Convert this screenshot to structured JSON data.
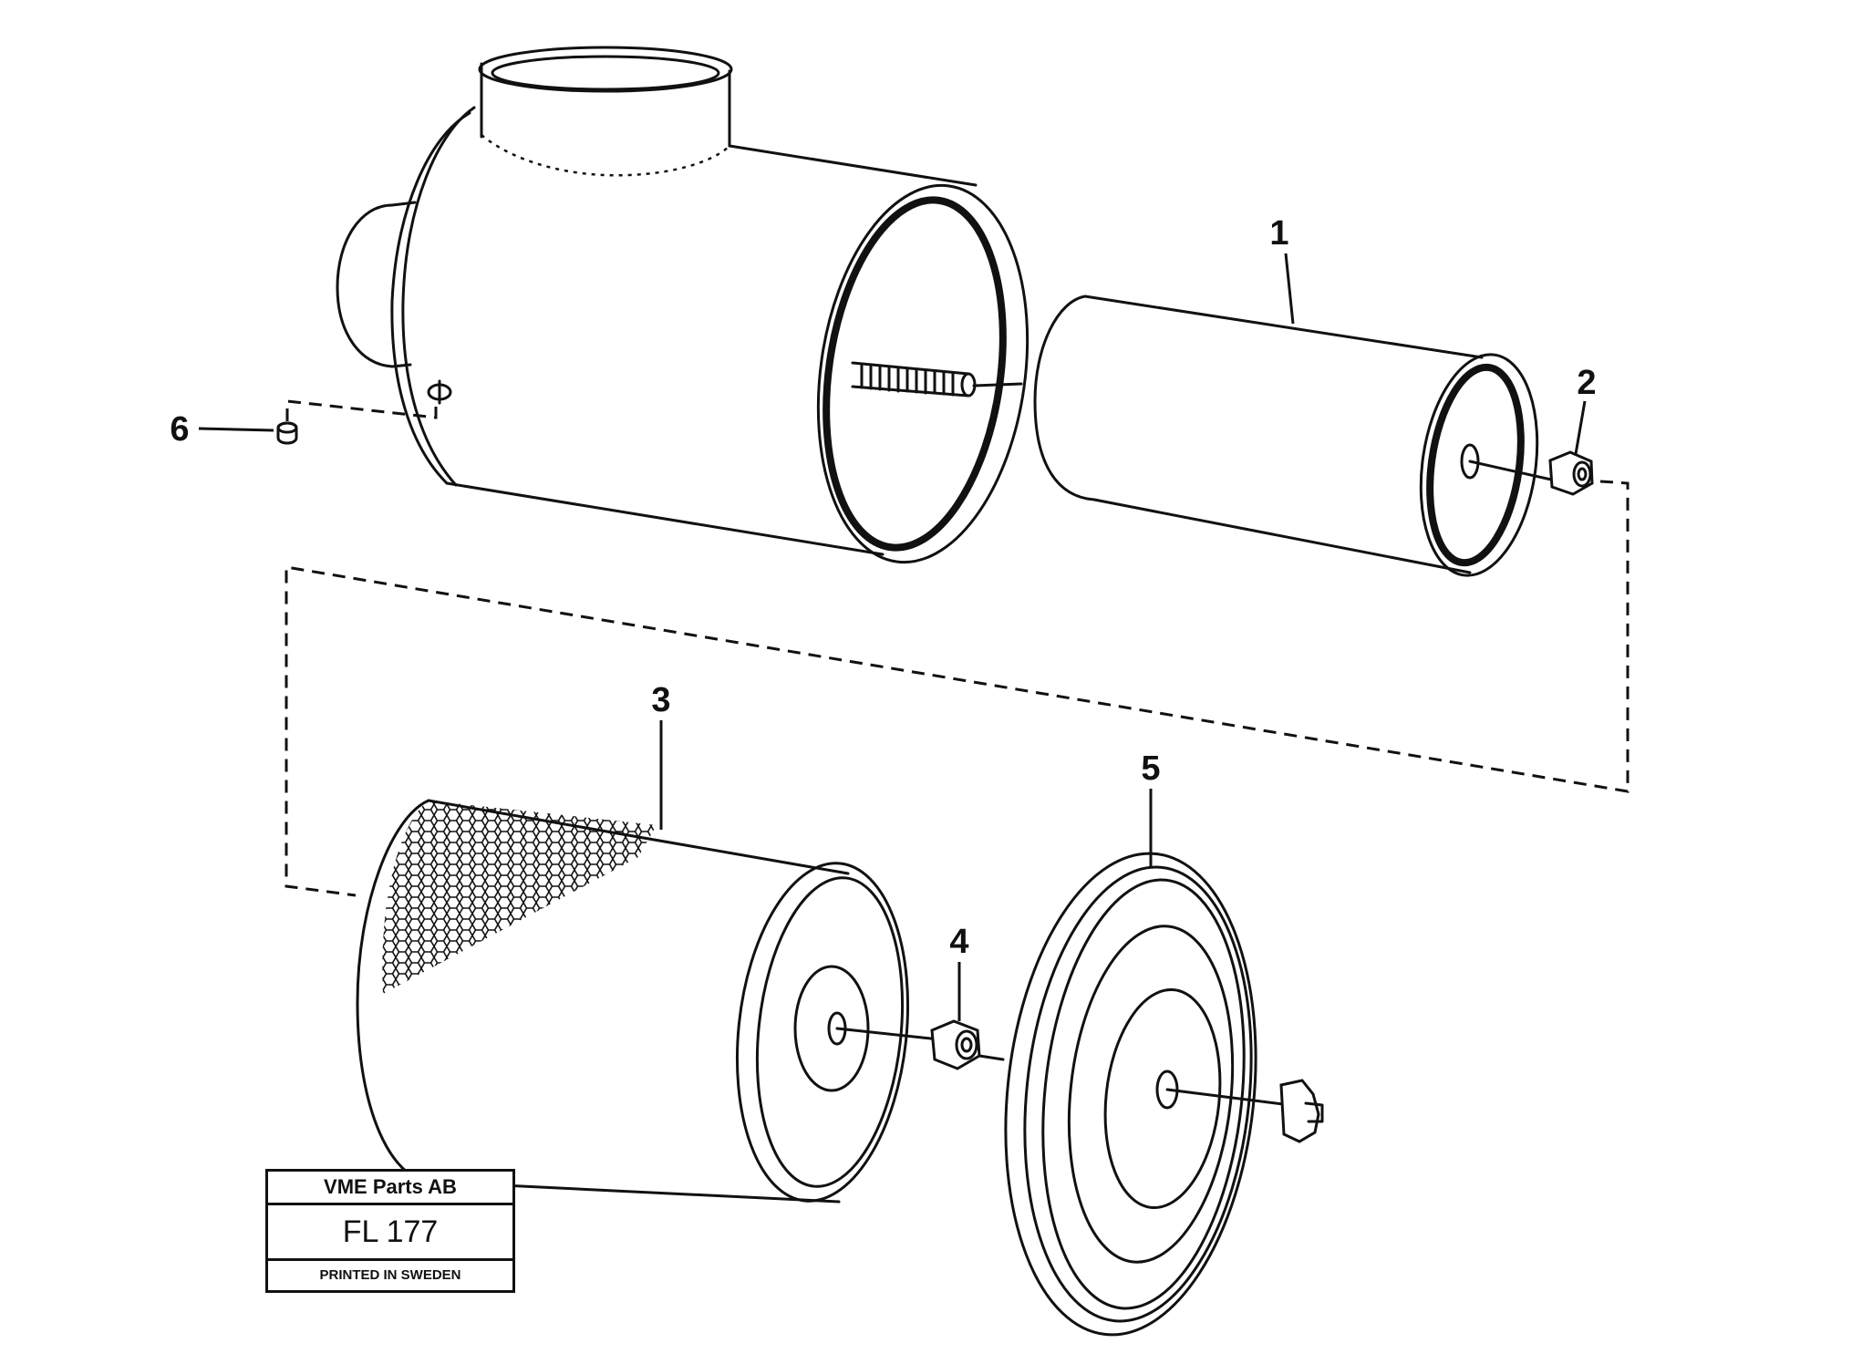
{
  "callouts": [
    {
      "label": "1"
    },
    {
      "label": "2"
    },
    {
      "label": "3"
    },
    {
      "label": "4"
    },
    {
      "label": "5"
    },
    {
      "label": "6"
    }
  ],
  "stamp": {
    "company": "VME Parts AB",
    "code": "FL 177",
    "printed": "PRINTED IN SWEDEN"
  },
  "colors": {
    "line": "#111111",
    "background": "#ffffff"
  }
}
